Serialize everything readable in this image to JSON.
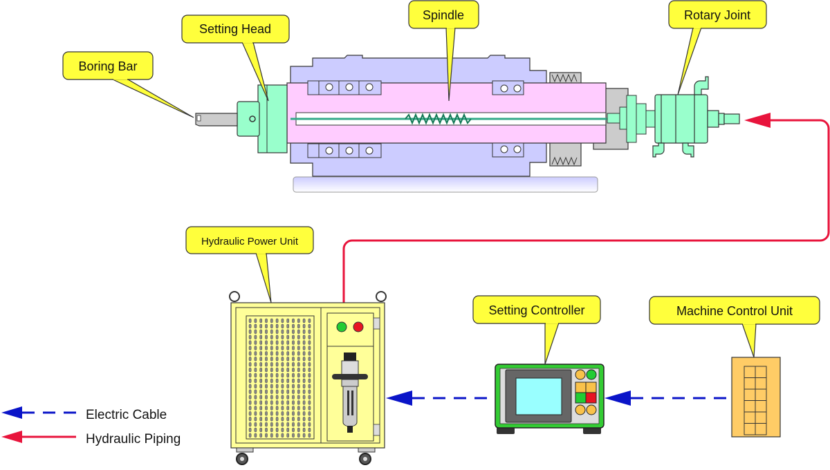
{
  "title": "Boring bar setting system diagram",
  "callouts": {
    "boring_bar": "Boring Bar",
    "setting_head": "Setting Head",
    "spindle": "Spindle",
    "rotary_joint": "Rotary Joint",
    "hydraulic_power_unit": "Hydraulic Power Unit",
    "setting_controller": "Setting Controller",
    "machine_control_unit": "Machine Control Unit"
  },
  "legend": {
    "items": [
      {
        "label": "Electric Cable",
        "style": "dashed",
        "color": "#0a14c8"
      },
      {
        "label": "Hydraulic Piping",
        "style": "solid",
        "color": "#e8143c"
      }
    ]
  },
  "colors": {
    "callout_fill": "#ffff3c",
    "spindle": "#ffccff",
    "housing": "#ccccff",
    "head": "#99ffcc",
    "pulley": "#cccccc",
    "hpu_body": "#ffff99",
    "controller_frame": "#33cc33",
    "controller_screen": "#99ffff",
    "mcu": "#ffcc66",
    "electric": "#0a14c8",
    "hydraulic": "#e8143c"
  },
  "indicators": {
    "hpu_lamps": [
      "green",
      "red"
    ],
    "controller_buttons": [
      "orange",
      "green",
      "orange",
      "orange",
      "green",
      "red",
      "orange",
      "orange"
    ]
  },
  "connections": [
    {
      "from": "Hydraulic Power Unit",
      "to": "Rotary Joint",
      "type": "Hydraulic Piping"
    },
    {
      "from": "Setting Controller",
      "to": "Hydraulic Power Unit",
      "type": "Electric Cable"
    },
    {
      "from": "Machine Control Unit",
      "to": "Setting Controller",
      "type": "Electric Cable"
    }
  ]
}
